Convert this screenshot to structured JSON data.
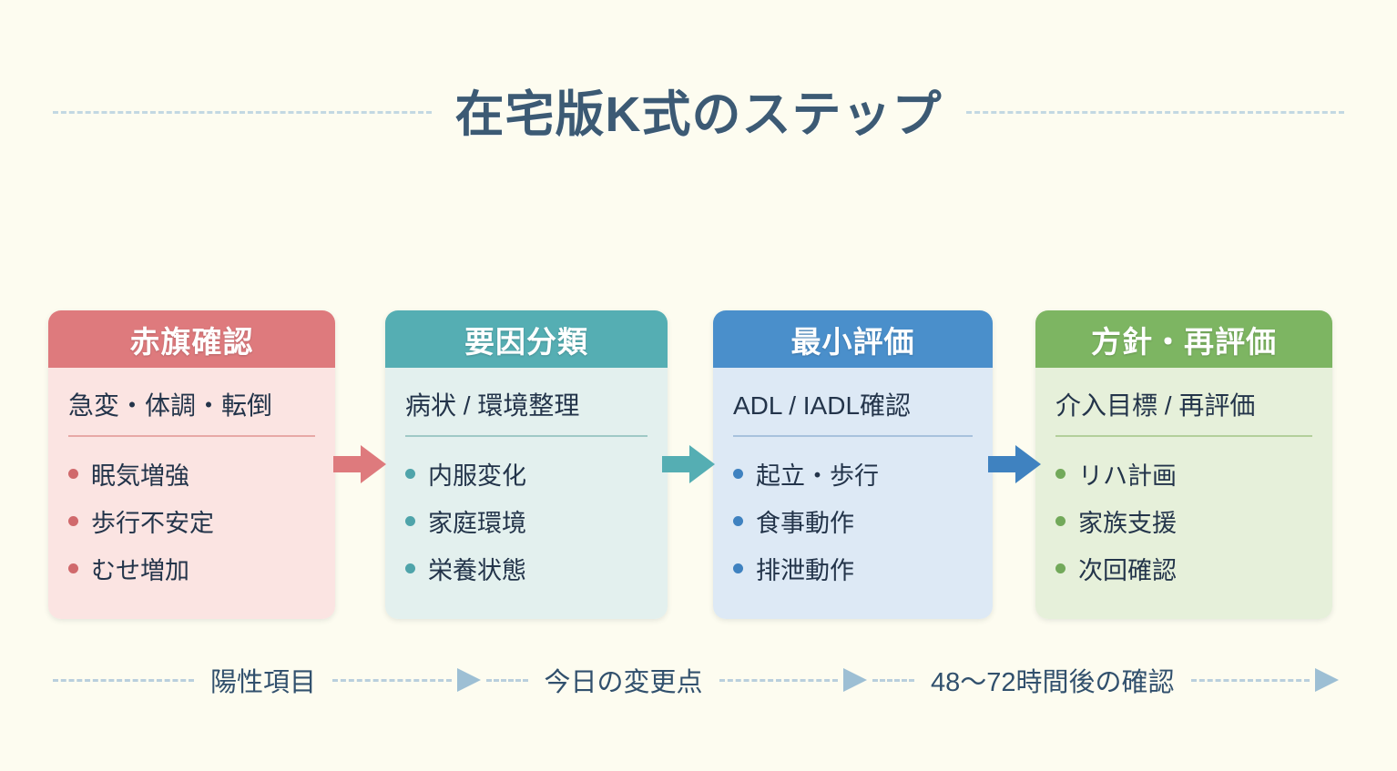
{
  "page": {
    "title": "在宅版K式のステップ",
    "background_color": "#FDFCF0",
    "title_color": "#3C5A74",
    "rule_color": "#C3D8E2"
  },
  "steps": [
    {
      "header": "赤旗確認",
      "subtitle": "急変・体調・転倒",
      "bullets": [
        "眠気増強",
        "歩行不安定",
        "むせ増加"
      ],
      "header_color": "#DE7A7D",
      "body_color": "#FBE4E2",
      "accent_color": "#D0696C"
    },
    {
      "header": "要因分類",
      "subtitle": "病状 / 環境整理",
      "bullets": [
        "内服変化",
        "家庭環境",
        "栄養状態"
      ],
      "header_color": "#55AEB3",
      "body_color": "#E3F0EE",
      "accent_color": "#4FA4AA"
    },
    {
      "header": "最小評価",
      "subtitle": "ADL / IADL確認",
      "bullets": [
        "起立・歩行",
        "食事動作",
        "排泄動作"
      ],
      "header_color": "#4A8FCB",
      "body_color": "#DDE9F5",
      "accent_color": "#3F82C0"
    },
    {
      "header": "方針・再評価",
      "subtitle": "介入目標 / 再評価",
      "bullets": [
        "リハ計画",
        "家族支援",
        "次回確認"
      ],
      "header_color": "#7DB562",
      "body_color": "#E6F0DA",
      "accent_color": "#72A95A"
    }
  ],
  "connectors": [
    {
      "name": "arrow-step1-to-step2",
      "color": "#DE7A7D"
    },
    {
      "name": "arrow-step2-to-step3",
      "color": "#55AEB3"
    },
    {
      "name": "arrow-step3-to-step4",
      "color": "#3F82C0"
    }
  ],
  "timeline": {
    "arrow_color": "#9DBFD4",
    "dash_color": "#B9CFDD",
    "label_color": "#31506D",
    "labels": [
      "陽性項目",
      "今日の変更点",
      "48〜72時間後の確認"
    ]
  }
}
